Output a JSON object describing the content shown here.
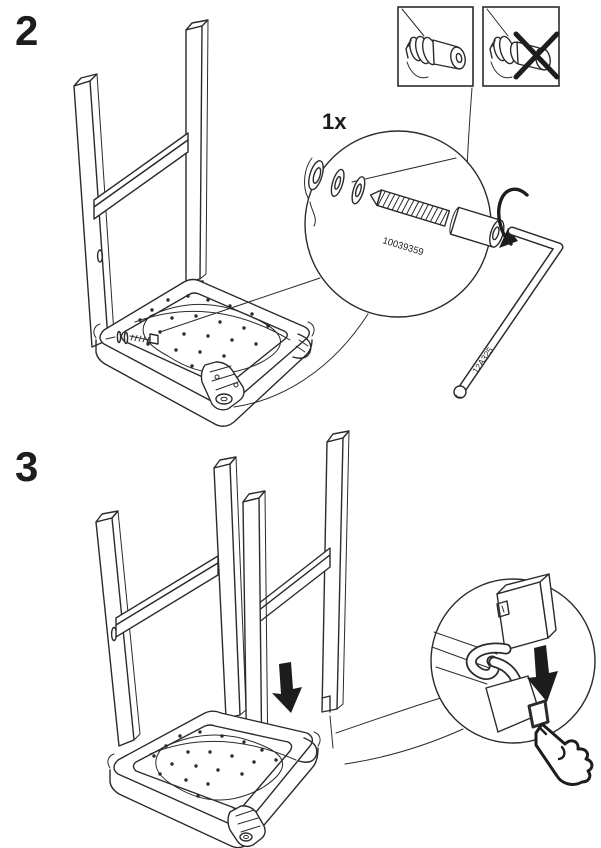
{
  "page": {
    "type": "assembly-instructions",
    "background": "#ffffff",
    "line_color": "#2b2b2b"
  },
  "step2": {
    "number": "2",
    "quantity_label": "1x",
    "bolt_part_number": "10039359",
    "allen_key_part_number": "12A325",
    "insets": {
      "correct": "bolt-fully-seated",
      "incorrect": "bolt-not-seated",
      "cross_mark": "✕"
    }
  },
  "step3": {
    "number": "3"
  },
  "icons": {
    "down_arrow": "▼",
    "rotation_arrow": "↻",
    "pointing_hand": "☞",
    "cross": "✕"
  }
}
